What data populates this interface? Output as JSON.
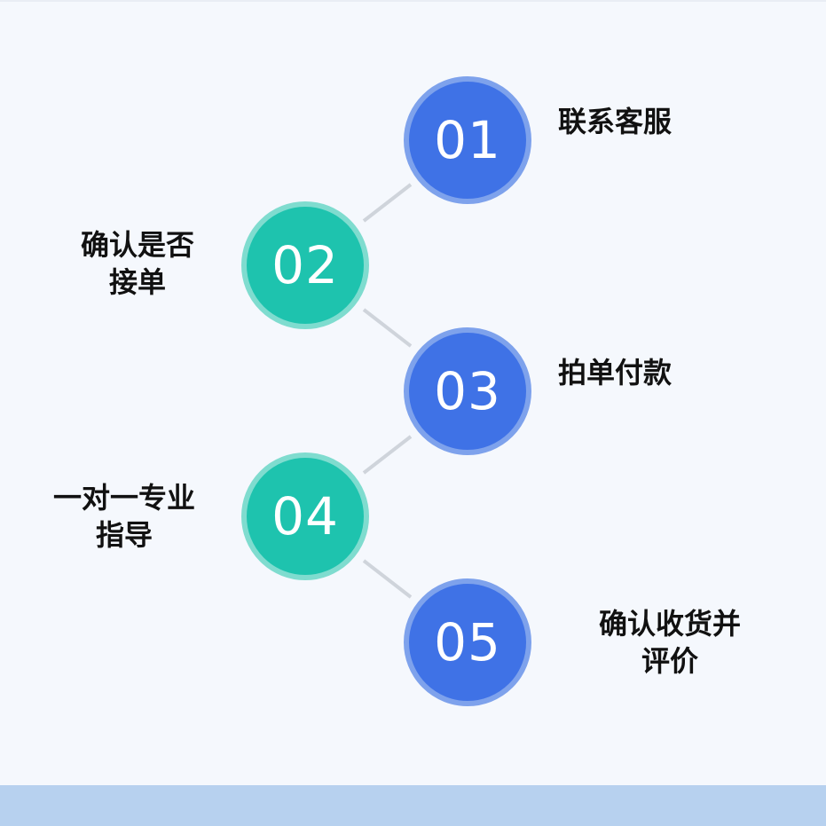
{
  "steps": [
    {
      "number": "01",
      "label_lines": [
        "联系客服"
      ],
      "color": "#3f72e6"
    },
    {
      "number": "02",
      "label_lines": [
        "确认是否",
        "接单"
      ],
      "color": "#1ec3ae"
    },
    {
      "number": "03",
      "label_lines": [
        "拍单付款"
      ],
      "color": "#3f72e6"
    },
    {
      "number": "04",
      "label_lines": [
        "一对一专业",
        "指导"
      ],
      "color": "#1ec3ae"
    },
    {
      "number": "05",
      "label_lines": [
        "确认收货并",
        "评价"
      ],
      "color": "#3f72e6"
    }
  ],
  "colors": {
    "blue_fill": "#3f72e6",
    "blue_ring": "#7ea2ec",
    "teal_fill": "#1ec3ae",
    "teal_ring": "#7fdccf",
    "connector": "#cfd4db",
    "footer_band": "#b7d1ef",
    "background": "#f5f8fd"
  }
}
